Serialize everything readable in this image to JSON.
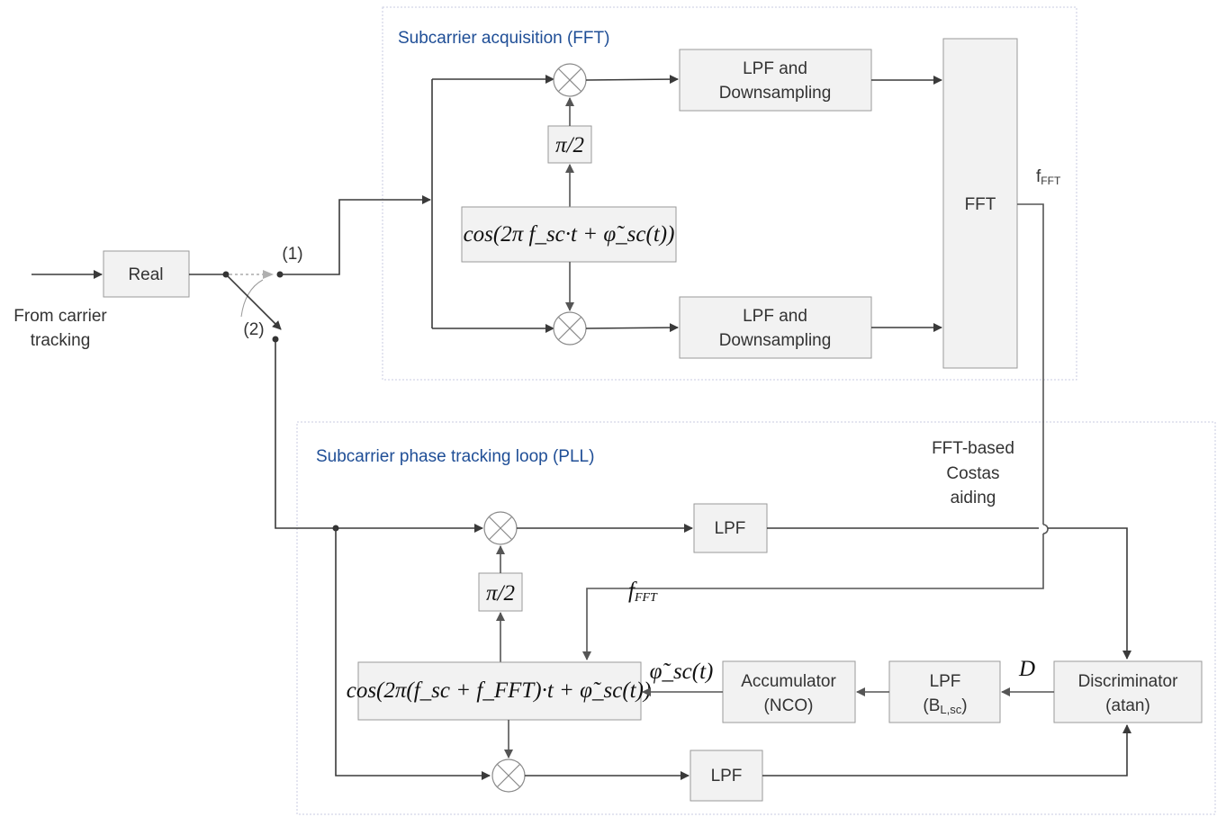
{
  "regions": {
    "acquisition_title": "Subcarrier acquisition (FFT)",
    "pll_title": "Subcarrier phase tracking loop (PLL)"
  },
  "input": {
    "source_line1": "From carrier",
    "source_line2": "tracking",
    "real_block": "Real",
    "switch_pos1": "(1)",
    "switch_pos2": "(2)"
  },
  "acquisition": {
    "lpf_top_line1": "LPF and",
    "lpf_top_line2": "Downsampling",
    "lpf_bottom_line1": "LPF and",
    "lpf_bottom_line2": "Downsampling",
    "fft_block": "FFT",
    "phase_shift": "π/2",
    "oscillator": "cos(2π f_sc·t + φ̃_sc(t))",
    "output_label": "f",
    "output_label_sub": "FFT"
  },
  "pll": {
    "costas_line1": "FFT-based",
    "costas_line2": "Costas",
    "costas_line3": "aiding",
    "lpf_upper": "LPF",
    "lpf_lower": "LPF",
    "phase_shift": "π/2",
    "oscillator": "cos(2π(f_sc + f_FFT)·t + φ̃_sc(t))",
    "f_fft_label": "f",
    "f_fft_label_sub": "FFT",
    "phase_est_label": "φ̃_sc(t)",
    "accumulator_line1": "Accumulator",
    "accumulator_line2": "(NCO)",
    "loop_lpf_line1": "LPF",
    "loop_lpf_line2": "(B",
    "loop_lpf_sub": "L,sc",
    "loop_lpf_close": ")",
    "discriminator_line1": "Discriminator",
    "discriminator_line2": "(atan)",
    "d_label": "D"
  },
  "colors": {
    "title_blue": "#1f4e96",
    "block_fill": "#f2f2f2",
    "block_stroke": "#9a9a9a",
    "region_border": "#c9cbe0",
    "wire": "#3a3a3a"
  }
}
